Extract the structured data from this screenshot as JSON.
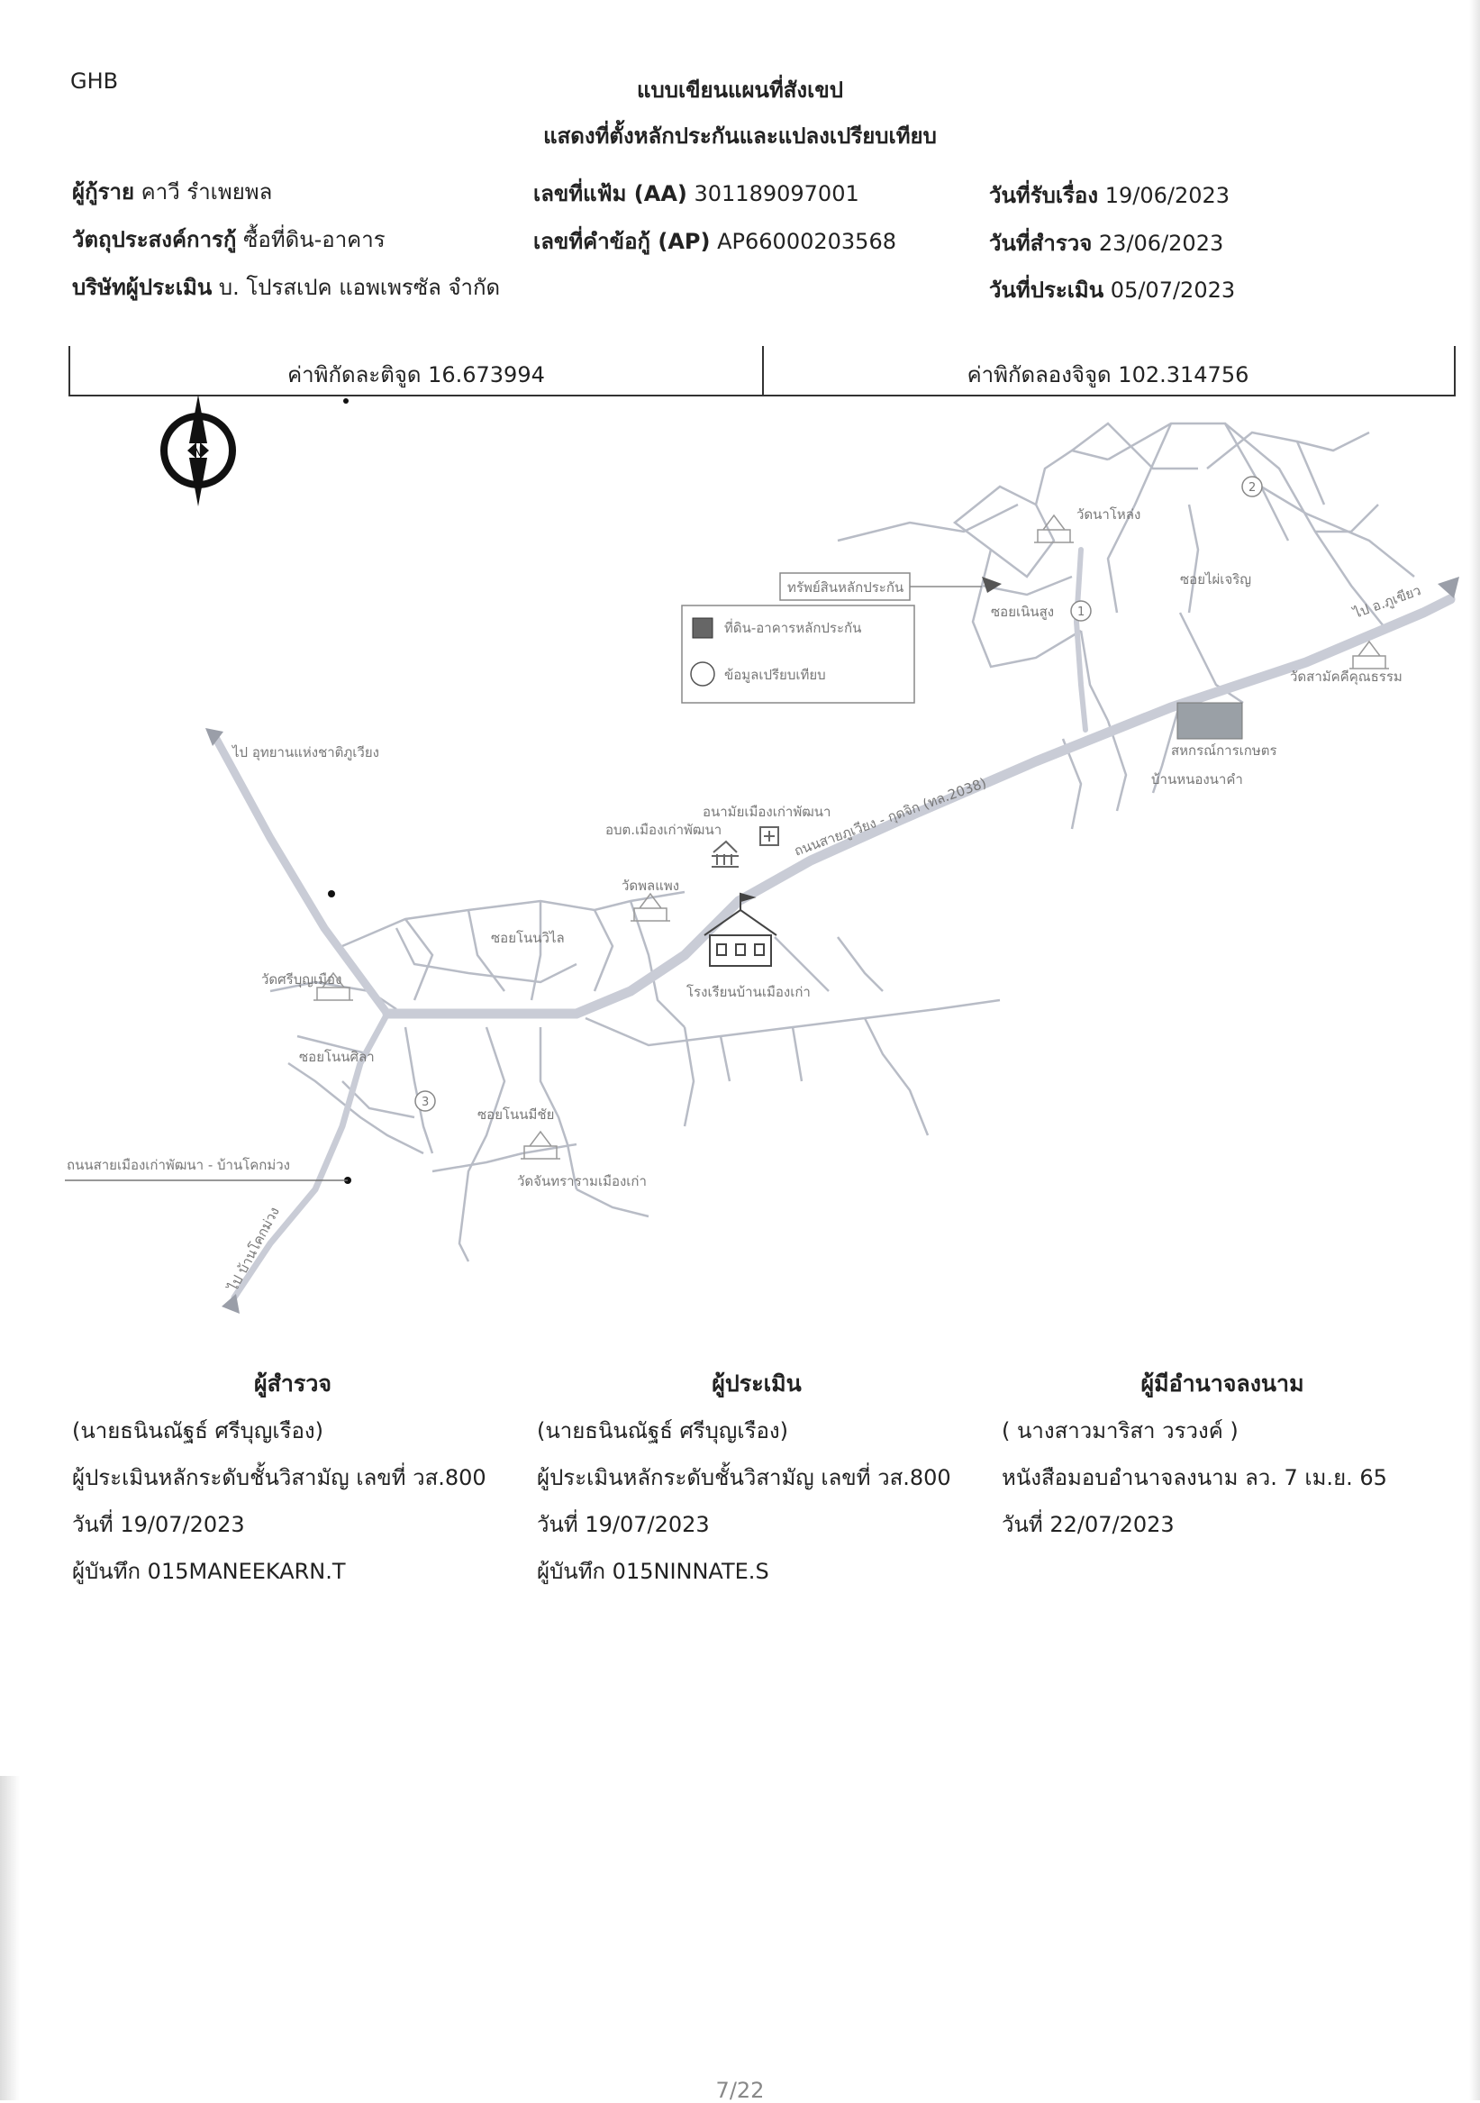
{
  "header": {
    "brand": "GHB",
    "title_line1": "แบบเขียนแผนที่สังเขป",
    "title_line2": "แสดงที่ตั้งหลักประกันและแปลงเปรียบเทียบ"
  },
  "info": {
    "borrower_label": "ผู้กู้ราย",
    "borrower_value": "คาวี รำเพยพล",
    "purpose_label": "วัตถุประสงค์การกู้",
    "purpose_value": "ซื้อที่ดิน-อาคาร",
    "company_label": "บริษัทผู้ประเมิน",
    "company_value": "บ. โปรสเปค แอพเพรซัล จำกัด",
    "file_no_label": "เลขที่แฟ้ม (AA)",
    "file_no_value": "301189097001",
    "request_no_label": "เลขที่คำข้อกู้ (AP)",
    "request_no_value": "AP66000203568",
    "received_label": "วันที่รับเรื่อง",
    "received_value": "19/06/2023",
    "survey_label": "วันที่สำรวจ",
    "survey_value": "23/06/2023",
    "appraisal_label": "วันที่ประเมิน",
    "appraisal_value": "05/07/2023"
  },
  "coordinates": {
    "lat_label": "ค่าพิกัดละติจูด",
    "lat_value": "16.673994",
    "lon_label": "ค่าพิกัดลองจิจูด",
    "lon_value": "102.314756"
  },
  "map": {
    "compass_letter": "N",
    "legend_collateral_title": "ทรัพย์สินหลักประกัน",
    "legend_land_building": "ที่ดิน-อาคารหลักประกัน",
    "legend_comparison": "ข้อมูลเปรียบเทียบ",
    "labels": {
      "wat_na_lang": "วัดนาโหล่ง",
      "soi_top": "ซอยไผ่เจริญ",
      "soi_mid": "ซอยเนินสูง",
      "to_phu_khiao": "ไป อ.ภูเขียว",
      "wat_sala": "วัดสามัคคีคุณธรรม",
      "coop": "สหกรณ์การเกษตร",
      "ban_nong": "บ้านหนองนาคำ",
      "national_park": "ไป อุทยานแห่งชาติภูเวียง",
      "health_center": "อนามัยเมืองเก่าพัฒนา",
      "sao": "อบต.เมืองเก่าพัฒนา",
      "main_road": "ถนนสายภูเวียง - กุดจิก (ทล.2038)",
      "wat_pho": "วัดพลแพง",
      "soi_center": "ซอยโนนวิไล",
      "school": "โรงเรียนบ้านเมืองเก่า",
      "wat_si": "วัดศรีบุญเมือง",
      "soi_left": "ซอยโนนศิลา",
      "soi_bottom": "ซอยโนนมีชัย",
      "wat_chan": "วัดจันทรารามเมืองเก่า",
      "left_road": "ถนนสายเมืองเก่าพัฒนา - บ้านโคกม่วง",
      "to_bottom": "ไป บ้านโคกม่วง",
      "marker_1": "1",
      "marker_2": "2",
      "marker_3": "3"
    }
  },
  "signatures": {
    "surveyor": {
      "title": "ผู้สำรวจ",
      "name": "(นายธนินณัฐธ์ ศรีบุญเรือง)",
      "position": "ผู้ประเมินหลักระดับชั้นวิสามัญ เลขที่ วส.800",
      "date": "วันที่ 19/07/2023",
      "recorder": "ผู้บันทึก 015MANEEKARN.T"
    },
    "appraiser": {
      "title": "ผู้ประเมิน",
      "name": "(นายธนินณัฐธ์ ศรีบุญเรือง)",
      "position": "ผู้ประเมินหลักระดับชั้นวิสามัญ เลขที่ วส.800",
      "date": "วันที่ 19/07/2023",
      "recorder": "ผู้บันทึก 015NINNATE.S"
    },
    "authorized": {
      "title": "ผู้มีอำนาจลงนาม",
      "name": "( นางสาวมาริสา วรวงค์ )",
      "position": "หนังสือมอบอำนาจลงนาม ลว. 7 เม.ย. 65",
      "date": "วันที่ 22/07/2023"
    }
  },
  "footer": {
    "page": "7/22"
  }
}
